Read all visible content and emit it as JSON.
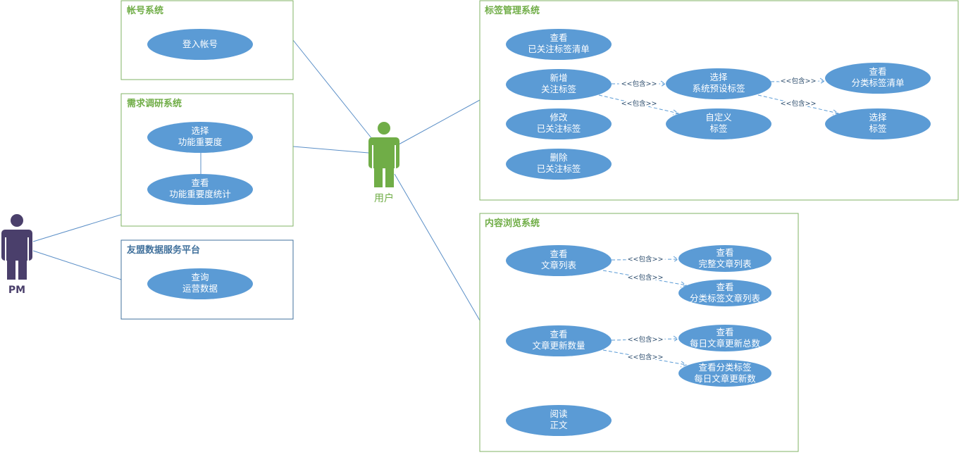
{
  "colors": {
    "green_border": "#82b366",
    "green_title": "#70ad47",
    "blue_border": "#41719c",
    "blue_title": "#41719c",
    "usecase_fill": "#5b9bd5",
    "actor_user": "#70ad47",
    "actor_pm": "#4a3f6b"
  },
  "actors": {
    "user": {
      "label": "用户",
      "icon": "person-icon"
    },
    "pm": {
      "label": "PM",
      "icon": "person-icon"
    }
  },
  "systems": {
    "account": {
      "title": "帐号系统",
      "usecases": {
        "login": [
          "登入帐号"
        ]
      }
    },
    "research": {
      "title": "需求调研系统",
      "usecases": {
        "select_importance": [
          "选择",
          "功能重要度"
        ],
        "view_importance_stats": [
          "查看",
          "功能重要度统计"
        ]
      }
    },
    "alliance": {
      "title": "友盟数据服务平台",
      "usecases": {
        "query_ops": [
          "查询",
          "运营数据"
        ]
      }
    },
    "tags": {
      "title": "标签管理系统",
      "usecases": {
        "view_followed": [
          "查看",
          "已关注标签清单"
        ],
        "add_follow": [
          "新增",
          "关注标签"
        ],
        "modify_followed": [
          "修改",
          "已关注标签"
        ],
        "delete_followed": [
          "删除",
          "已关注标签"
        ],
        "select_preset": [
          "选择",
          "系统预设标签"
        ],
        "custom_tag": [
          "自定义",
          "标签"
        ],
        "view_category_list": [
          "查看",
          "分类标签清单"
        ],
        "select_tag": [
          "选择",
          "标签"
        ]
      }
    },
    "content": {
      "title": "内容浏览系统",
      "usecases": {
        "view_article_list": [
          "查看",
          "文章列表"
        ],
        "view_full_list": [
          "查看",
          "完整文章列表"
        ],
        "view_category_articles": [
          "查看",
          "分类标签文章列表"
        ],
        "view_update_count": [
          "查看",
          "文章更新数量"
        ],
        "view_daily_total": [
          "查看",
          "每日文章更新总数"
        ],
        "view_category_daily": [
          "查看分类标签",
          "每日文章更新数"
        ],
        "read_body": [
          "阅读",
          "正文"
        ]
      }
    }
  },
  "include_label": "<<包含>>"
}
